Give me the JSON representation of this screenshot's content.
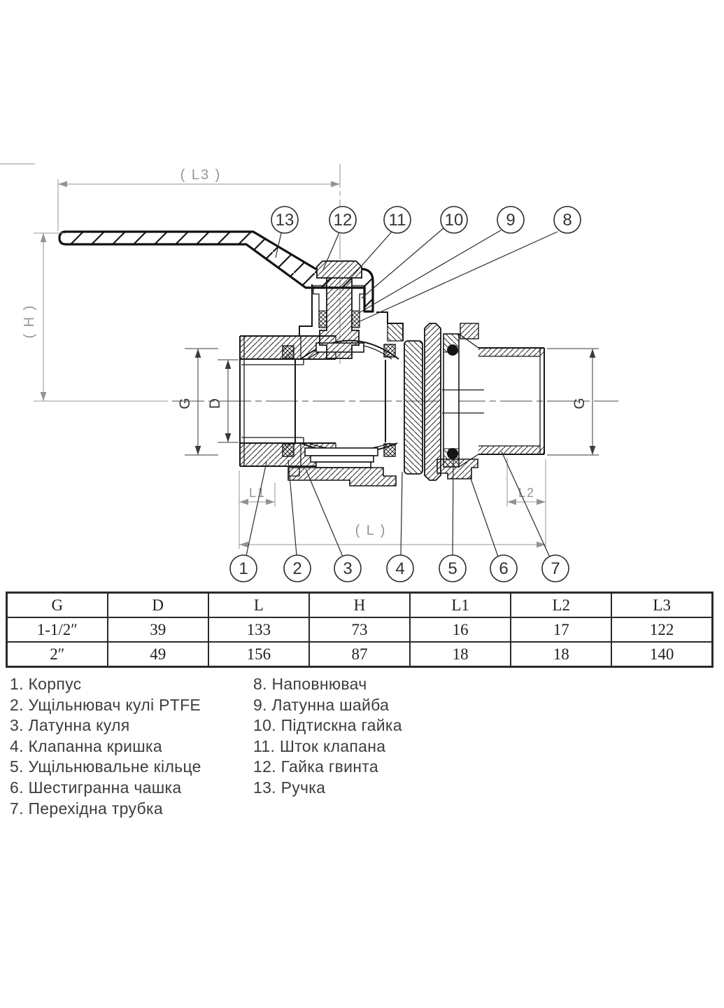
{
  "drawing": {
    "dims": {
      "l3": "( L3 )",
      "h": "( H )",
      "g_left": "G",
      "d": "D",
      "g_right": "G",
      "l1": "L1",
      "l2": "L2",
      "l": "( L )"
    },
    "callouts_top": [
      "13",
      "12",
      "11",
      "10",
      "9",
      "8"
    ],
    "callouts_bottom": [
      "1",
      "2",
      "3",
      "4",
      "5",
      "6",
      "7"
    ]
  },
  "table": {
    "headers": [
      "G",
      "D",
      "L",
      "H",
      "L1",
      "L2",
      "L3"
    ],
    "rows": [
      [
        "1-1/2″",
        "39",
        "133",
        "73",
        "16",
        "17",
        "122"
      ],
      [
        "2″",
        "49",
        "156",
        "87",
        "18",
        "18",
        "140"
      ]
    ]
  },
  "parts": {
    "left": [
      "1. Корпус",
      "2. Ущільнювач кулі PTFE",
      "3. Латунна куля",
      "4. Клапанна кришка",
      "5. Ущільнювальне кільце",
      "6. Шестигранна чашка",
      "7. Перехідна трубка"
    ],
    "right": [
      "8. Наповнювач",
      "9. Латунна шайба",
      "10. Підтискна гайка",
      "11. Шток клапана",
      "12. Гайка гвинта",
      "13. Ручка"
    ]
  },
  "colors": {
    "line": "#161616",
    "dimension": "#949494",
    "text": "#3d3d3d"
  }
}
